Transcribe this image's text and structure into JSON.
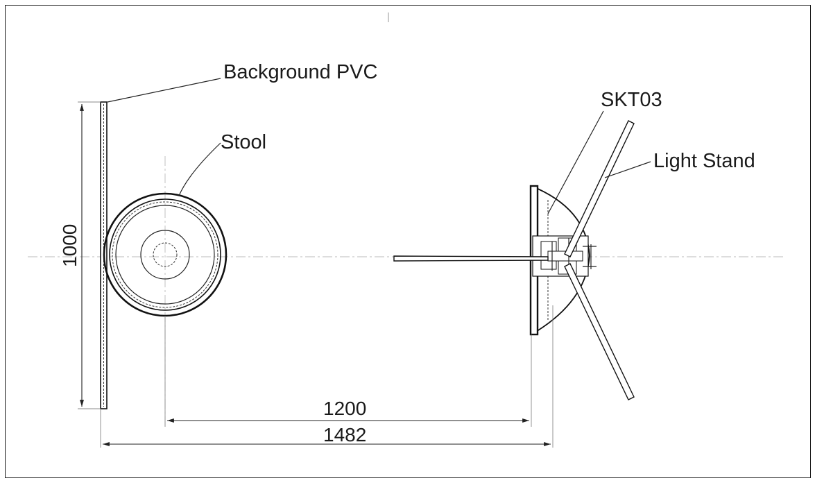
{
  "labels": {
    "background": "Background PVC",
    "stool": "Stool",
    "skt": "SKT03",
    "light_stand": "Light Stand"
  },
  "dimensions": {
    "height": "1000",
    "stool_to_light": "1200",
    "overall": "1482"
  }
}
